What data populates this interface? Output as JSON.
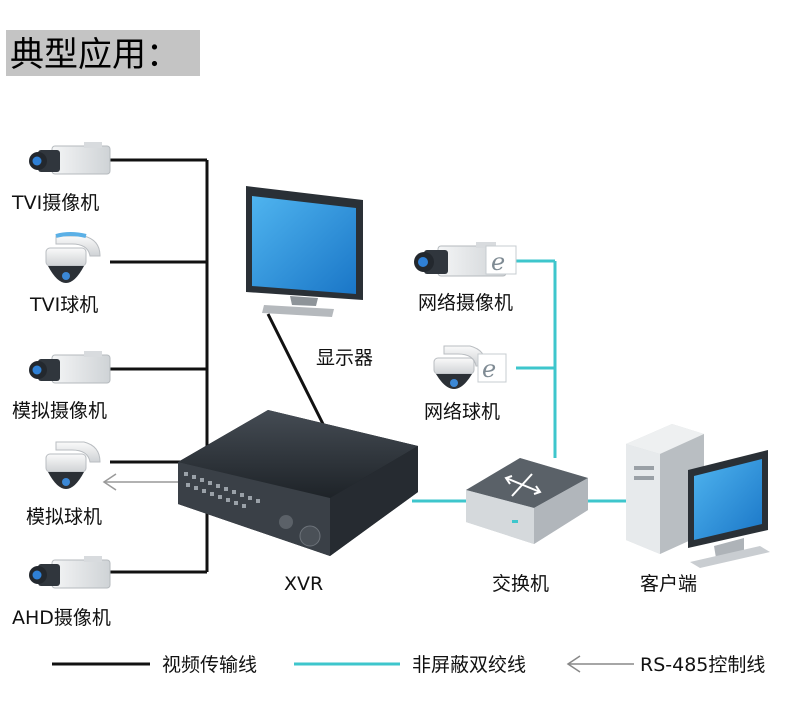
{
  "title": "典型应用：",
  "nodes": {
    "tvi_camera": "TVI摄像机",
    "tvi_dome": "TVI球机",
    "analog_camera": "模拟摄像机",
    "analog_dome": "模拟球机",
    "ahd_camera": "AHD摄像机",
    "monitor": "显示器",
    "xvr": "XVR",
    "network_camera": "网络摄像机",
    "network_dome": "网络球机",
    "switch": "交换机",
    "client": "客户端"
  },
  "legend": {
    "video_cable": "视频传输线",
    "utp_cable": "非屏蔽双绞线",
    "rs485": "RS-485控制线"
  },
  "colors": {
    "video_line": "#111111",
    "network_line": "#3ec6cc",
    "control_line": "#888888",
    "screen": "#1d8fd8",
    "device_dark": "#2f353c",
    "device_light": "#e6e8ea"
  }
}
